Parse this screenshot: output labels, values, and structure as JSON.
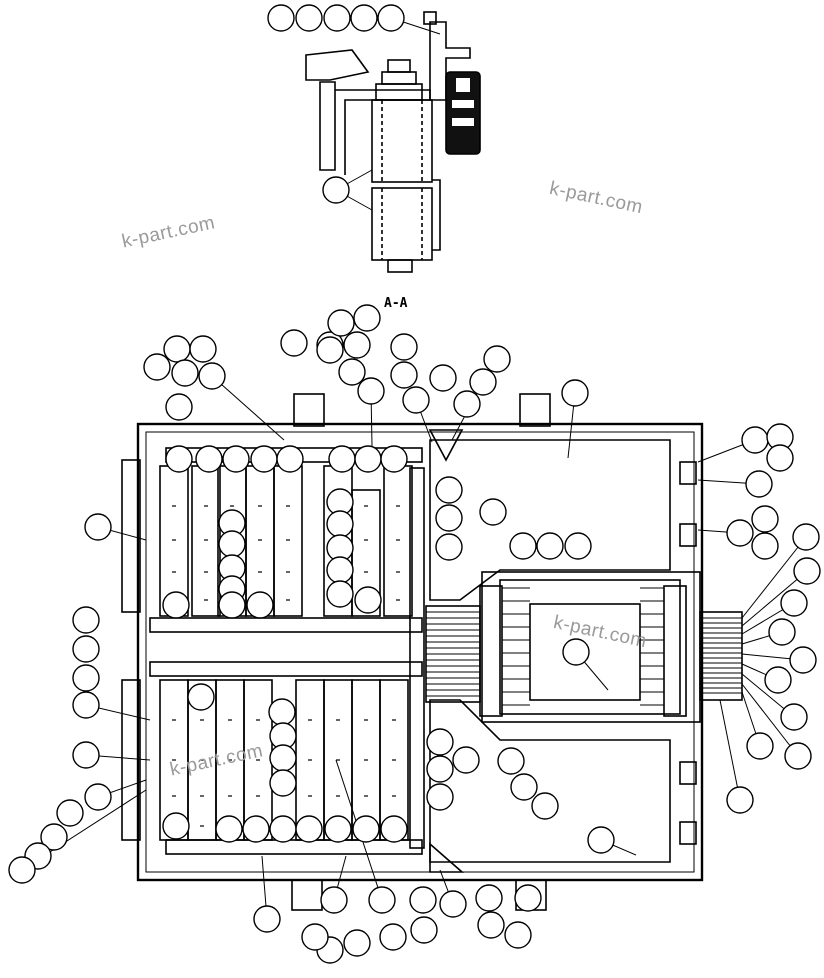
{
  "diagram": {
    "section_label": "A-A",
    "watermarks": [
      "k-part.com",
      "k-part.com",
      "k-part.com",
      "k-part.com"
    ],
    "callout_count": 120,
    "colors": {
      "line": "#000000",
      "background": "#ffffff",
      "watermark": "#9a9a9a"
    }
  }
}
